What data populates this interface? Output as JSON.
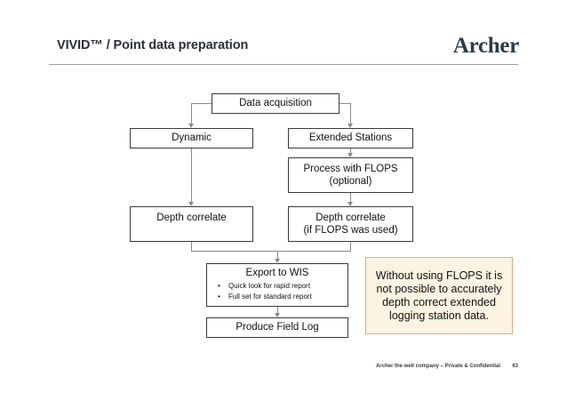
{
  "header": {
    "title": "VIVID™ / Point data preparation",
    "logo": "Archer"
  },
  "flow": {
    "nodes": {
      "data_acquisition": {
        "label": "Data acquisition"
      },
      "dynamic": {
        "label": "Dynamic"
      },
      "extended_stations": {
        "label": "Extended Stations"
      },
      "process_flops": {
        "line1": "Process with FLOPS",
        "line2": "(optional)"
      },
      "depth_correlate_left": {
        "label": "Depth correlate"
      },
      "depth_correlate_right": {
        "line1": "Depth correlate",
        "line2": "(if FLOPS was used)"
      },
      "export_to_wis": {
        "title": "Export to WIS",
        "bullet_marker": "•",
        "bullets": [
          "Quick look for rapid report",
          "Full set for standard report"
        ]
      },
      "produce_field_log": {
        "label": "Produce Field Log"
      }
    }
  },
  "callout": {
    "text": "Without using FLOPS it is not possible to accurately depth correct extended logging station data.",
    "background": "#fdf3e2",
    "border": "#e8a88e"
  },
  "footer": {
    "confidentiality": "Archer the well company – Private & Confidential",
    "page_number": "63"
  }
}
